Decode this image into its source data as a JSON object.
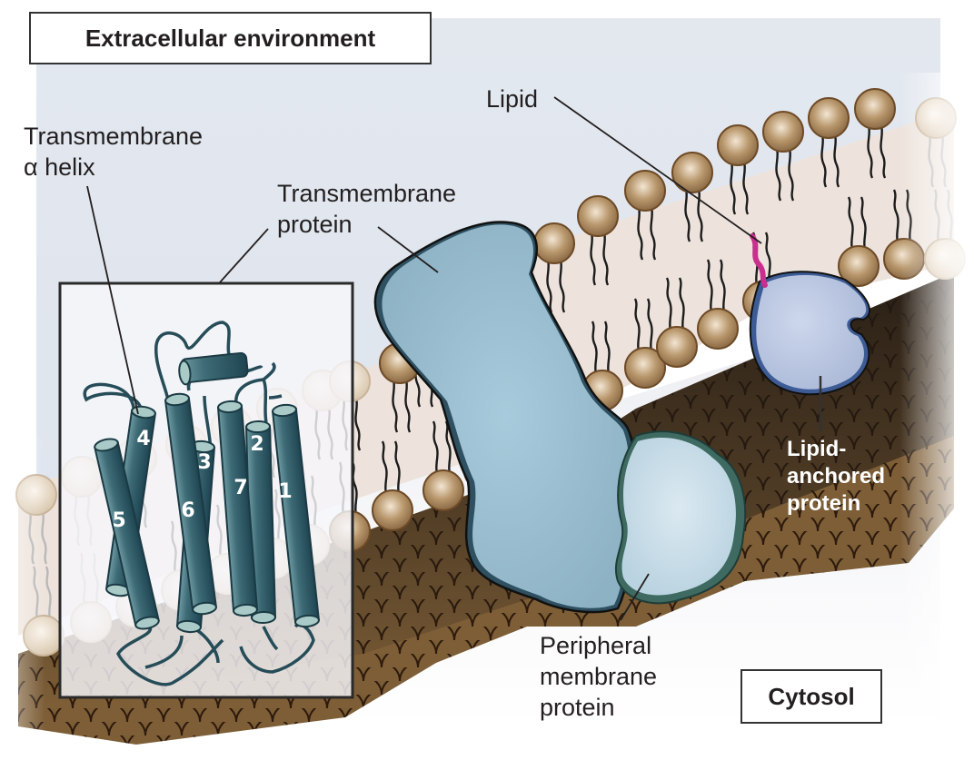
{
  "title": "Membrane proteins diagram",
  "regions": {
    "extracellular": "Extracellular environment",
    "cytosol": "Cytosol"
  },
  "labels": {
    "transmembrane_helix_line1": "Transmembrane",
    "transmembrane_helix_line2": "α helix",
    "transmembrane_protein_line1": "Transmembrane",
    "transmembrane_protein_line2": "protein",
    "lipid": "Lipid",
    "lipid_anchored_line1": "Lipid-",
    "lipid_anchored_line2": "anchored",
    "lipid_anchored_line3": "protein",
    "peripheral_line1": "Peripheral",
    "peripheral_line2": "membrane",
    "peripheral_line3": "protein"
  },
  "helices": [
    "1",
    "2",
    "3",
    "4",
    "5",
    "6",
    "7"
  ],
  "colors": {
    "background_sky": "#dde3ec",
    "head_group": "#9b7a55",
    "head_group_light": "#d9c9b4",
    "bilayer_core": "#ede3dc",
    "lower_leaflet": "#7a5c35",
    "lower_shadow": "#2a2118",
    "transmembrane_protein": "#9fc3d6",
    "peripheral_protein": "#cfe2ec",
    "peripheral_rim": "#3e6a62",
    "lipid_anchored_protein": "#bcc9e3",
    "lipid_anchor": "#cc2e8f",
    "helix_fill": "#2e5a66",
    "helix_cap": "#a9cac6"
  }
}
